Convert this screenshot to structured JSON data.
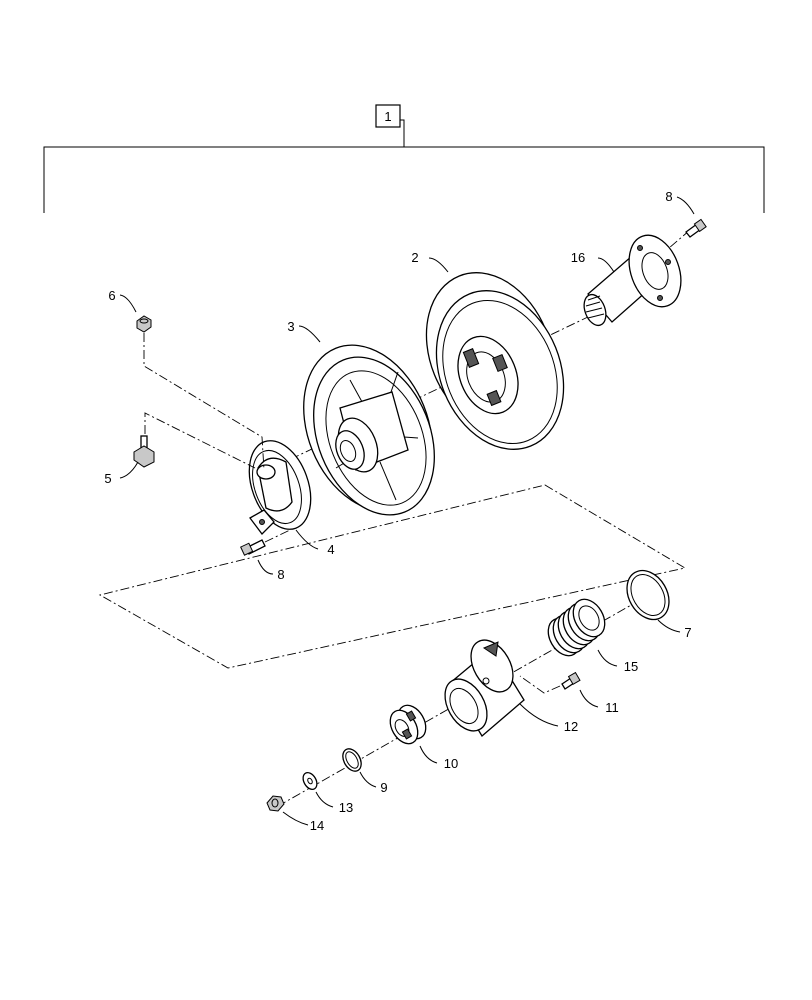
{
  "callouts": {
    "assembly": "1",
    "p2": "2",
    "p3": "3",
    "p4": "4",
    "p5": "5",
    "p6": "6",
    "p7": "7",
    "p8a": "8",
    "p8b": "8",
    "p9": "9",
    "p10": "10",
    "p11": "11",
    "p12": "12",
    "p13": "13",
    "p14": "14",
    "p15": "15",
    "p16": "16"
  }
}
